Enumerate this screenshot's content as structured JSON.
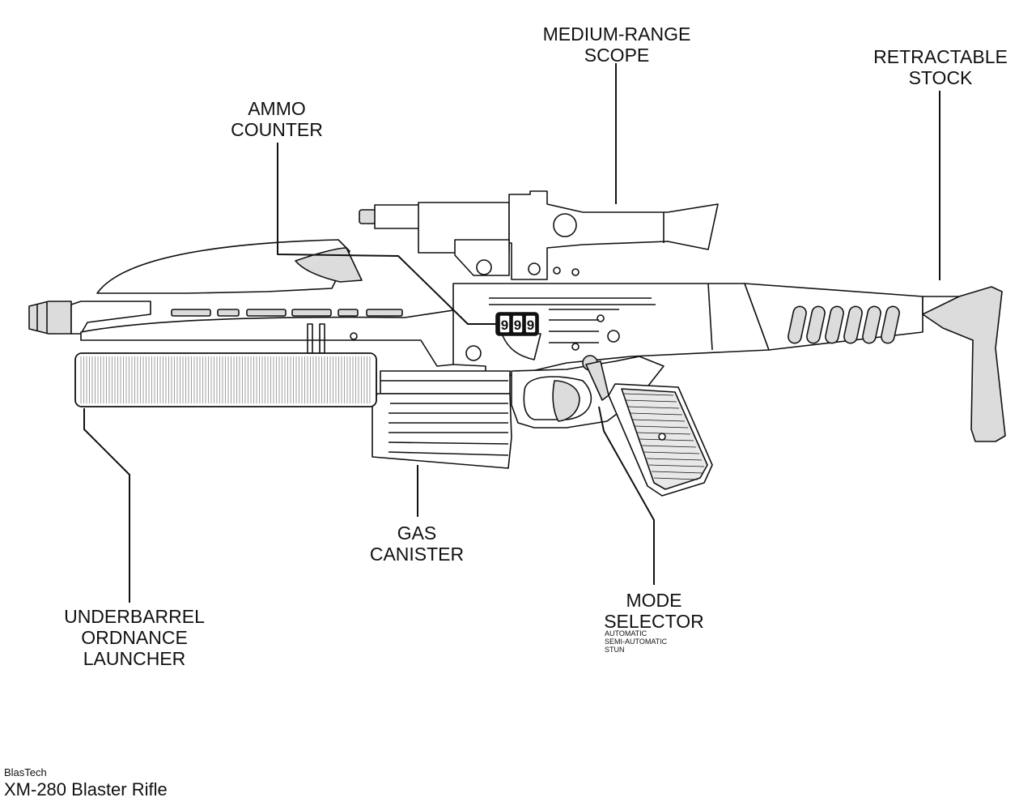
{
  "colors": {
    "outline": "#111111",
    "fill_grey": "#dcdcdc",
    "background": "#ffffff"
  },
  "labels": {
    "scope": [
      "MEDIUM-RANGE",
      "SCOPE"
    ],
    "stock": [
      "RETRACTABLE",
      "STOCK"
    ],
    "ammo": [
      "AMMO",
      "COUNTER"
    ],
    "gas": [
      "GAS",
      "CANISTER"
    ],
    "launcher": [
      "UNDERBARREL",
      "ORDNANCE",
      "LAUNCHER"
    ],
    "mode": [
      "MODE",
      "SELECTOR"
    ]
  },
  "mode_options": [
    "AUTOMATIC",
    "SEMI-AUTOMATIC",
    "STUN"
  ],
  "counter_digits": [
    "9",
    "9",
    "9"
  ],
  "footer": {
    "maker": "BlasTech",
    "model": "XM-280 Blaster Rifle"
  }
}
